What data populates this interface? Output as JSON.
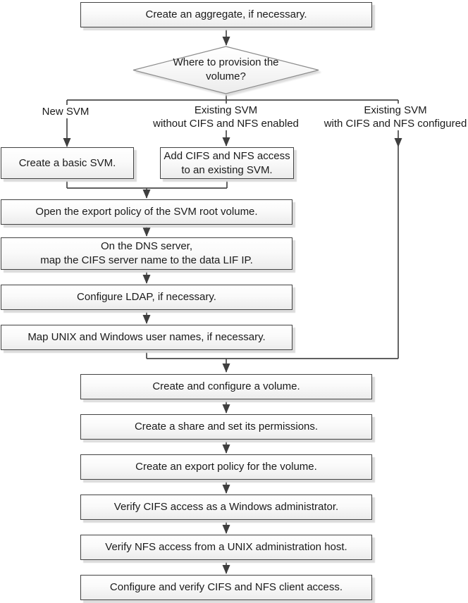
{
  "colors": {
    "box_border": "#424242",
    "box_fill_top": "#ffffff",
    "box_fill_bottom": "#ececec",
    "box_shadow": "#dcdcdc",
    "connector_line": "#4a4a4a",
    "arrowhead": "#3f3f3f",
    "diamond_border": "#8c8c8c",
    "text": "#1a1a1a"
  },
  "decision": {
    "label": "Where to provision the\nvolume?"
  },
  "branches": {
    "new_svm": "New SVM",
    "existing_without": "Existing SVM\nwithout CIFS and NFS enabled",
    "existing_with": "Existing SVM\nwith CIFS and NFS configured"
  },
  "nodes": {
    "aggregate": "Create an aggregate, if necessary.",
    "basic_svm": "Create a basic SVM.",
    "add_cifs_nfs": "Add CIFS and NFS access\nto an existing SVM.",
    "export_policy_root": "Open the export policy of the SVM root volume.",
    "dns_map": "On the DNS server,\nmap the CIFS server name to the data LIF IP.",
    "ldap": "Configure LDAP, if necessary.",
    "map_users": "Map UNIX and Windows user names, if necessary.",
    "volume": "Create and configure a volume.",
    "share": "Create a share and set its permissions.",
    "export_policy_volume": "Create an export policy for the volume.",
    "verify_cifs": "Verify CIFS access as a Windows administrator.",
    "verify_nfs": "Verify NFS access from a UNIX administration host.",
    "client_access": "Configure and verify CIFS and NFS client access."
  }
}
